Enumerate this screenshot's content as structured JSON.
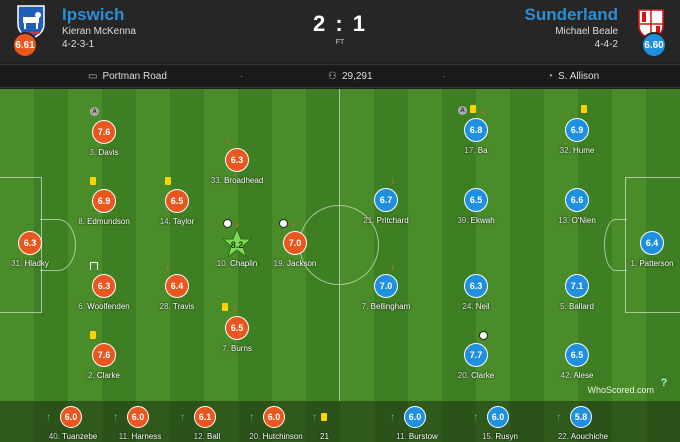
{
  "match": {
    "score": "2 : 1",
    "status": "FT",
    "home": {
      "name": "Ipswich",
      "manager": "Kieran McKenna",
      "formation": "4-2-3-1",
      "rating": "6.61",
      "color": "#e8571f"
    },
    "away": {
      "name": "Sunderland",
      "manager": "Michael Beale",
      "formation": "4-4-2",
      "rating": "6.60",
      "color": "#1f8fe0"
    }
  },
  "info": {
    "venue": "Portman Road",
    "attendance": "29,291",
    "referee": "S. Allison"
  },
  "home_players": [
    {
      "num": "3.",
      "name": "Davis",
      "rating": "7.6"
    },
    {
      "num": "33.",
      "name": "Broadhead",
      "rating": "6.3"
    },
    {
      "num": "8.",
      "name": "Edmundson",
      "rating": "6.9"
    },
    {
      "num": "14.",
      "name": "Taylor",
      "rating": "6.5"
    },
    {
      "num": "10.",
      "name": "Chaplin",
      "rating": "8.2"
    },
    {
      "num": "19.",
      "name": "Jackson",
      "rating": "7.0"
    },
    {
      "num": "31.",
      "name": "Hladky",
      "rating": "6.3"
    },
    {
      "num": "6.",
      "name": "Woolfenden",
      "rating": "6.3"
    },
    {
      "num": "28.",
      "name": "Travis",
      "rating": "6.4"
    },
    {
      "num": "7.",
      "name": "Burns",
      "rating": "6.5"
    },
    {
      "num": "2.",
      "name": "Clarke",
      "rating": "7.6"
    }
  ],
  "away_players": [
    {
      "num": "17.",
      "name": "Ba",
      "rating": "6.8"
    },
    {
      "num": "32.",
      "name": "Hume",
      "rating": "6.9"
    },
    {
      "num": "21.",
      "name": "Pritchard",
      "rating": "6.7"
    },
    {
      "num": "39.",
      "name": "Ekwah",
      "rating": "6.5"
    },
    {
      "num": "13.",
      "name": "O'Nien",
      "rating": "6.6"
    },
    {
      "num": "1.",
      "name": "Patterson",
      "rating": "6.4"
    },
    {
      "num": "7.",
      "name": "Bellingham",
      "rating": "7.0"
    },
    {
      "num": "24.",
      "name": "Neil",
      "rating": "6.3"
    },
    {
      "num": "5.",
      "name": "Ballard",
      "rating": "7.1"
    },
    {
      "num": "20.",
      "name": "Clarke",
      "rating": "7.7"
    },
    {
      "num": "42.",
      "name": "Alese",
      "rating": "6.5"
    }
  ],
  "subs": [
    {
      "num": "40.",
      "name": "Tuanzebe",
      "rating": "6.0"
    },
    {
      "num": "11.",
      "name": "Harness",
      "rating": "6.0"
    },
    {
      "num": "12.",
      "name": "Ball",
      "rating": "6.1"
    },
    {
      "num": "20.",
      "name": "Hutchinson",
      "rating": "6.0"
    },
    {
      "num": "11.",
      "name": "Burstow",
      "rating": "6.0"
    },
    {
      "num": "15.",
      "name": "Rusyn",
      "rating": "6.0"
    },
    {
      "num": "22.",
      "name": "Aouchiche",
      "rating": "5.8"
    }
  ],
  "sub_partial": "21",
  "watermark": "WhoScored.com"
}
